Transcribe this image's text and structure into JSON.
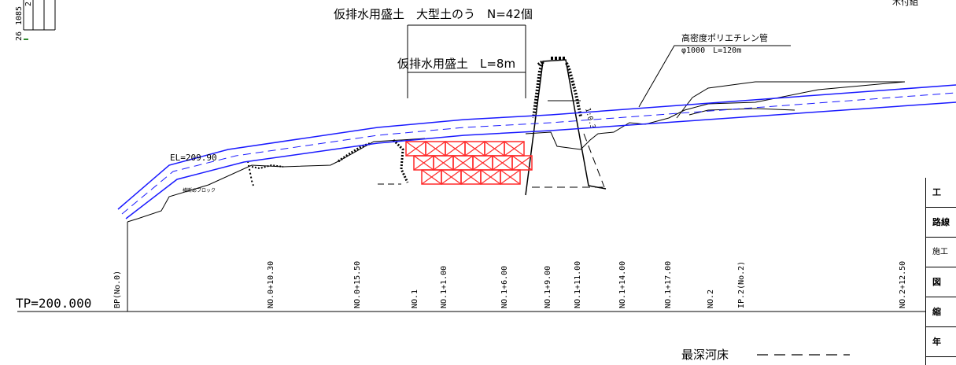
{
  "annotations": {
    "bag_label": "仮排水用盛土　大型土のう　N=42個",
    "embankment_label": "仮排水用盛土　L=8m",
    "pipe_name": "高密度ポリエチレン管",
    "pipe_spec": "φ1000　L=120m",
    "elevation": "EL=209.90",
    "slope": "1:0.3",
    "block_note": "横断めブロック",
    "datum": "TP=200.000",
    "riverbed_legend": "最深河床"
  },
  "left_scale": {
    "a": "1085",
    "b": "26",
    "c": "2"
  },
  "top_right_fragment": "木付組",
  "stations": [
    "BP(No.0)",
    "NO.0+10.30",
    "NO.0+15.50",
    "NO.1",
    "NO.1+1.00",
    "NO.1+6.00",
    "NO.1+9.00",
    "NO.1+11.00",
    "NO.1+14.00",
    "NO.1+17.00",
    "NO.2",
    "IP.2(No.2)",
    "NO.2+12.50"
  ],
  "title_block": [
    {
      "label": "工",
      "bold": true
    },
    {
      "label": "路線",
      "bold": true
    },
    {
      "label": "施工",
      "bold": false
    },
    {
      "label": "図",
      "bold": true
    },
    {
      "label": "縮",
      "bold": true
    },
    {
      "label": "年",
      "bold": true
    }
  ],
  "colors": {
    "pipe": "#1a1aff",
    "sandbag": "#ff2a2a",
    "ink": "#000000",
    "scale_accent": "#2e8b2e"
  }
}
